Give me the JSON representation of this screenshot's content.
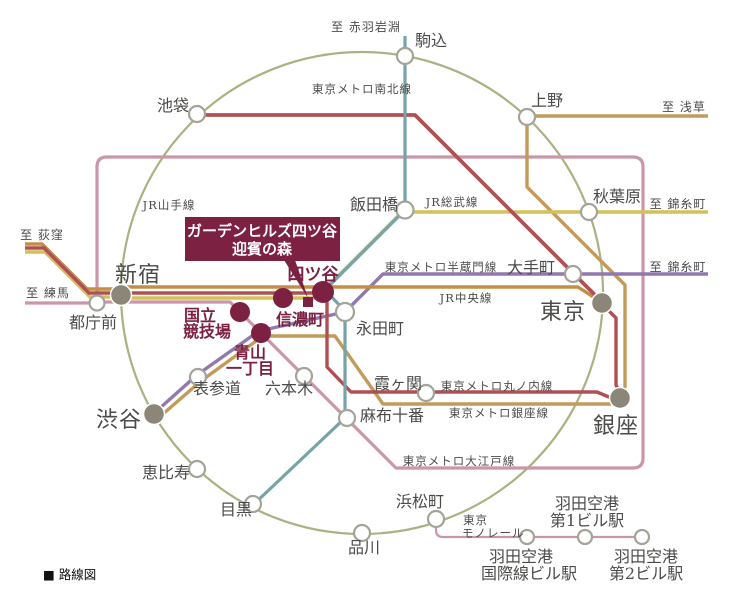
{
  "callout": {
    "line1": "ガーデンヒルズ四ツ谷",
    "line2": "迎賓の森"
  },
  "legend": "■ 路線図",
  "lines": {
    "yamanote": {
      "name": "JR山手線",
      "color": "#a9b382"
    },
    "namboku": {
      "name": "東京メトロ南北線",
      "color": "#74a4a9"
    },
    "sobu": {
      "name": "JR総武線",
      "color": "#d3c158",
      "label_color": "#ad8f35"
    },
    "chuo": {
      "name": "JR中央線",
      "color": "#c28f44",
      "label_color": "#a87b28"
    },
    "hanzomon": {
      "name": "東京メトロ半蔵門線",
      "color": "#9179ae",
      "label_color": "#8f76ad"
    },
    "marunouchi": {
      "name": "東京メトロ丸ノ内線",
      "color": "#b05055"
    },
    "ginza": {
      "name": "東京メトロ銀座線",
      "color": "#c49a5c",
      "label_color": "#b08a3e"
    },
    "oedo": {
      "name": "東京メトロ大江戸線",
      "color": "#cb96a5",
      "label_color": "#c17d90"
    },
    "monorail": {
      "name_line1": "東京",
      "name_line2": "モノレール",
      "color": "#cb96a5",
      "label_color": "#c17d90"
    }
  },
  "stations": {
    "ikebukuro": "池袋",
    "komagome": "駒込",
    "ueno": "上野",
    "akihabara": "秋葉原",
    "iidabashi": "飯田橋",
    "otemachi": "大手町",
    "nagatacho": "永田町",
    "kasumigaseki": "霞ヶ関",
    "azabujuban": "麻布十番",
    "roppongi": "六本木",
    "omotesando": "表参道",
    "ebisu": "恵比寿",
    "meguro": "目黒",
    "shinagawa": "品川",
    "hamamatsucho": "浜松町",
    "tochomae": "都庁前",
    "shinjuku": "新宿",
    "tokyo": "東京",
    "shibuya": "渋谷",
    "ginza": "銀座"
  },
  "highlighted_stations": {
    "yotsuya": "四ツ谷",
    "shinanomachi": "信濃町",
    "kokuritsu_line1": "国立",
    "kokuritsu_line2": "競技場",
    "aoyama_line1": "青山",
    "aoyama_line2": "一丁目"
  },
  "haneda": {
    "terminal1_line1": "羽田空港",
    "terminal1_line2": "第1ビル駅",
    "intl_line1": "羽田空港",
    "intl_line2": "国際線ビル駅",
    "terminal2_line1": "羽田空港",
    "terminal2_line2": "第2ビル駅"
  },
  "edge_labels": {
    "akabaneiwabuchi": "至 赤羽岩淵",
    "asakusa": "至 浅草",
    "kinshicho_sobu": "至 錦糸町",
    "kinshicho_hanzomon": "至 錦糸町",
    "ogikubo": "至 荻窪",
    "nerima": "至 練馬"
  },
  "colors": {
    "highlight_maroon": "#7c2142",
    "major_station_gray": "#8b8678",
    "open_circle_stroke": "#a3a399"
  }
}
